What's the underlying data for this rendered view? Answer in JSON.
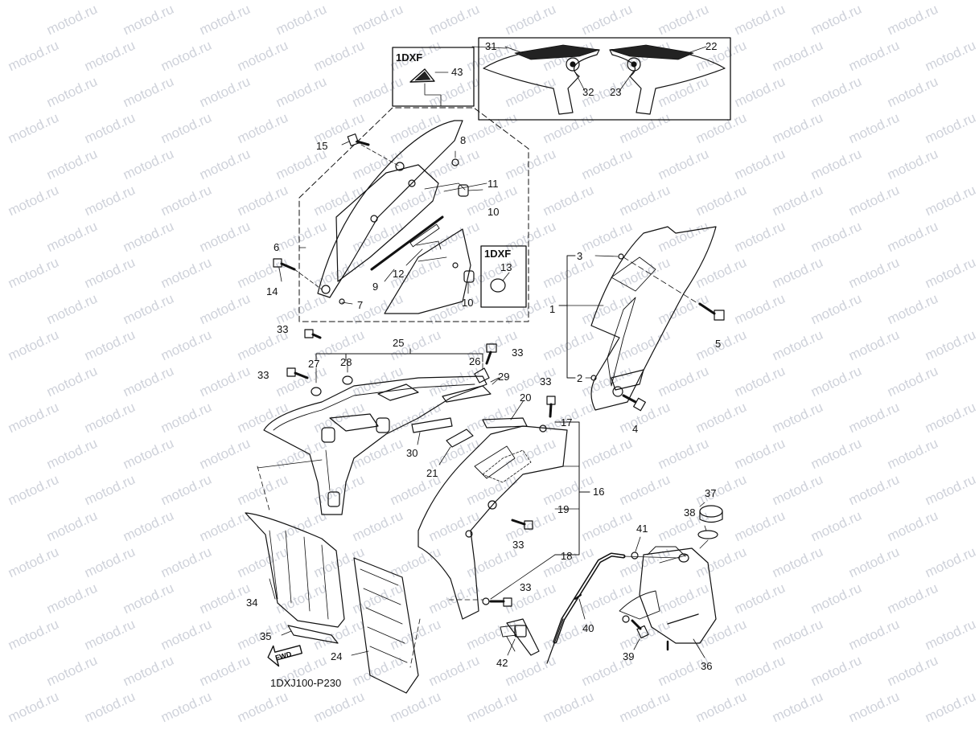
{
  "watermark": "motod.ru",
  "document_id": "1DXJ100-P230",
  "fwd_label": "FWD",
  "model_boxes": {
    "box_43": "1DXF",
    "box_13": "1DXF"
  },
  "callouts": {
    "c1": "1",
    "c2": "2",
    "c3": "3",
    "c4": "4",
    "c5": "5",
    "c6": "6",
    "c7": "7",
    "c8": "8",
    "c9": "9",
    "c10a": "10",
    "c10b": "10",
    "c11": "11",
    "c12": "12",
    "c13": "13",
    "c14": "14",
    "c15": "15",
    "c16": "16",
    "c17": "17",
    "c18": "18",
    "c19": "19",
    "c20": "20",
    "c21": "21",
    "c22": "22",
    "c23": "23",
    "c24": "24",
    "c25": "25",
    "c26": "26",
    "c27": "27",
    "c28": "28",
    "c29": "29",
    "c30": "30",
    "c31": "31",
    "c32": "32",
    "c33a": "33",
    "c33b": "33",
    "c33c": "33",
    "c33d": "33",
    "c33e": "33",
    "c33f": "33",
    "c34": "34",
    "c35": "35",
    "c36": "36",
    "c37": "37",
    "c38": "38",
    "c39": "39",
    "c40": "40",
    "c41": "41",
    "c42": "42",
    "c43": "43"
  },
  "colors": {
    "line": "#111111",
    "watermark": "#cfd2da",
    "background": "#ffffff"
  }
}
